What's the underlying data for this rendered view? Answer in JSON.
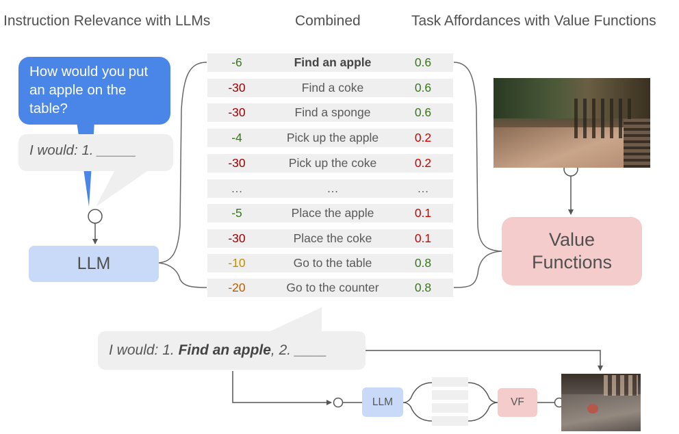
{
  "headers": {
    "left": "Instruction Relevance with LLMs",
    "center": "Combined",
    "right": "Task Affordances with Value Functions"
  },
  "left_panel": {
    "question": "How would you put an apple on the table?",
    "prompt": "I would: 1. _____",
    "llm_label": "LLM"
  },
  "table": {
    "rows": [
      {
        "llm": "-6",
        "skill": "Find an apple",
        "vf": "0.6",
        "llm_color": "#38761d",
        "vf_color": "#38761d",
        "bold": true
      },
      {
        "llm": "-30",
        "skill": "Find a coke",
        "vf": "0.6",
        "llm_color": "#990000",
        "vf_color": "#38761d",
        "bold": false
      },
      {
        "llm": "-30",
        "skill": "Find a sponge",
        "vf": "0.6",
        "llm_color": "#990000",
        "vf_color": "#38761d",
        "bold": false
      },
      {
        "llm": "-4",
        "skill": "Pick up the apple",
        "vf": "0.2",
        "llm_color": "#38761d",
        "vf_color": "#cc0000",
        "bold": false
      },
      {
        "llm": "-30",
        "skill": "Pick up the coke",
        "vf": "0.2",
        "llm_color": "#990000",
        "vf_color": "#cc0000",
        "bold": false
      },
      {
        "llm": "…",
        "skill": "…",
        "vf": "…",
        "llm_color": "#666666",
        "vf_color": "#666666",
        "bold": false
      },
      {
        "llm": "-5",
        "skill": "Place the apple",
        "vf": "0.1",
        "llm_color": "#38761d",
        "vf_color": "#cc0000",
        "bold": false
      },
      {
        "llm": "-30",
        "skill": "Place the coke",
        "vf": "0.1",
        "llm_color": "#990000",
        "vf_color": "#cc0000",
        "bold": false
      },
      {
        "llm": "-10",
        "skill": "Go to the table",
        "vf": "0.8",
        "llm_color": "#bf9000",
        "vf_color": "#38761d",
        "bold": false
      },
      {
        "llm": "-20",
        "skill": "Go to the counter",
        "vf": "0.8",
        "llm_color": "#b45f06",
        "vf_color": "#38761d",
        "bold": false
      }
    ]
  },
  "right_panel": {
    "vf_line1": "Value",
    "vf_line2": "Functions"
  },
  "bottom": {
    "prefix": "I would: 1. ",
    "chosen": "Find an apple",
    "suffix": ", 2. ____",
    "llm_small": "LLM",
    "vf_small": "VF"
  },
  "colors": {
    "llm_box": "#c9daf8",
    "vf_box": "#f4cccc",
    "question_bubble": "#4a86e8",
    "row_bg": "#efefef",
    "connector": "#555555"
  }
}
